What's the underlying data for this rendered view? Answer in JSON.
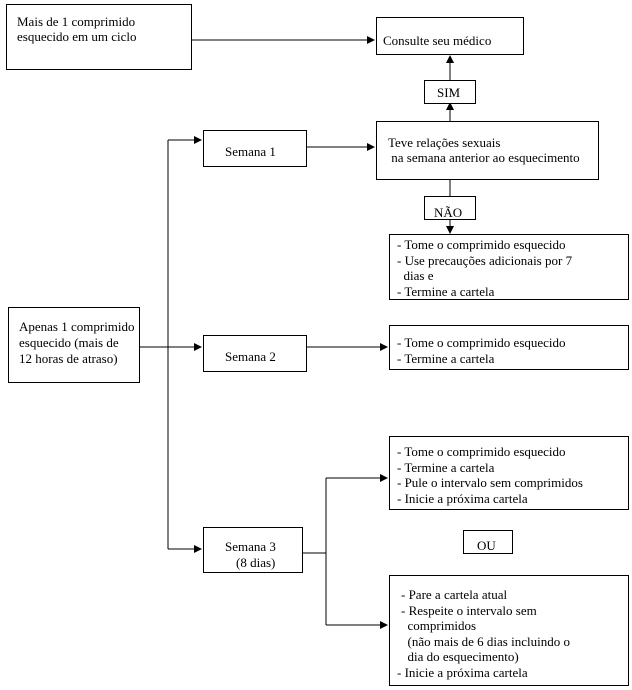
{
  "boxes": {
    "more_than_one": {
      "lines": [
        "Mais de 1 comprimido",
        "esquecido em um ciclo"
      ]
    },
    "consult": {
      "text": "Consulte seu médico"
    },
    "sim": {
      "text": "SIM"
    },
    "week1": {
      "text": "Semana 1"
    },
    "question": {
      "lines": [
        "Teve relações sexuais",
        " na semana anterior ao esquecimento"
      ]
    },
    "nao": {
      "text": "NÃO"
    },
    "week1_actions": {
      "items": [
        "- Tome o comprimido esquecido",
        "- Use precauções adicionais por 7",
        "  dias e",
        "- Termine a cartela"
      ]
    },
    "only_one": {
      "lines": [
        "Apenas 1 comprimido",
        "esquecido (mais de",
        "12 horas de atraso)"
      ]
    },
    "week2": {
      "text": "Semana 2"
    },
    "week2_actions": {
      "items": [
        "- Tome o comprimido esquecido",
        "- Termine a cartela"
      ]
    },
    "week3_option1": {
      "items": [
        "- Tome o comprimido esquecido",
        "- Termine a cartela",
        "- Pule o intervalo sem comprimidos",
        "- Inicie a próxima cartela"
      ]
    },
    "ou": {
      "text": "OU"
    },
    "week3": {
      "lines": [
        "Semana 3",
        "(8 dias)"
      ]
    },
    "week3_option2": {
      "items": [
        "- Pare a cartela atual",
        "- Respeite o intervalo sem",
        "  comprimidos",
        "  (não mais de 6 dias incluindo o",
        "  dia do esquecimento)",
        "- Inicie a próxima cartela"
      ]
    }
  }
}
